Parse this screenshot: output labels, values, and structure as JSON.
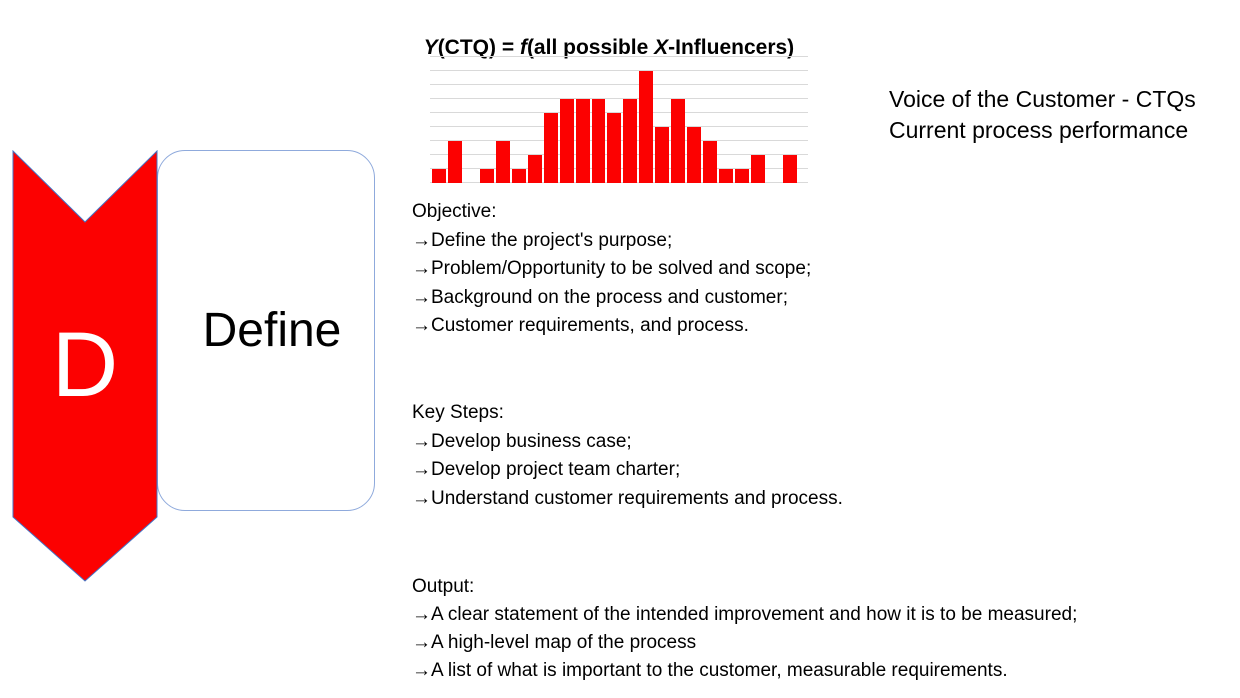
{
  "colors": {
    "accent_red": "#FC0101",
    "define_box_border": "#8FAADC",
    "ribbon_outline": "#4472C4",
    "gridline": "#D9D9D9",
    "text": "#000000",
    "letter_on_ribbon": "#FFFFFF"
  },
  "formula": {
    "y": "Y",
    "mid1": "(CTQ) = ",
    "f": "f",
    "mid2": "(all possible ",
    "x": "X",
    "end": "-Influencers)"
  },
  "right_note": {
    "line1": "Voice of the Customer - CTQs",
    "line2": "Current process performance"
  },
  "step": {
    "letter": "D",
    "name": "Define"
  },
  "objective": {
    "heading": "Objective:",
    "items": [
      "→Define the project's purpose;",
      "→Problem/Opportunity to be solved and scope;",
      "→Background on the process and customer;",
      "→Customer requirements, and process."
    ]
  },
  "key_steps": {
    "heading": "Key Steps:",
    "items": [
      "→Develop business case;",
      "→Develop project team charter;",
      "→Understand customer requirements and process."
    ]
  },
  "output": {
    "heading": "Output:",
    "items": [
      "→A clear statement of the intended improvement and how it is to be measured;",
      "→A high-level map of the process",
      "→A list of what is important to the customer, measurable requirements."
    ]
  },
  "chart_data": {
    "type": "bar",
    "subtype": "histogram",
    "title": "",
    "xlabel": "",
    "ylabel": "",
    "values": [
      1,
      3,
      0,
      1,
      3,
      1,
      2,
      5,
      6,
      6,
      6,
      5,
      6,
      8,
      4,
      6,
      4,
      3,
      1,
      1,
      2,
      0,
      2
    ],
    "ylim": [
      0,
      9
    ],
    "gridlines": true,
    "legend": false,
    "bar_color": "#FC0101",
    "gridline_color": "#D9D9D9"
  }
}
